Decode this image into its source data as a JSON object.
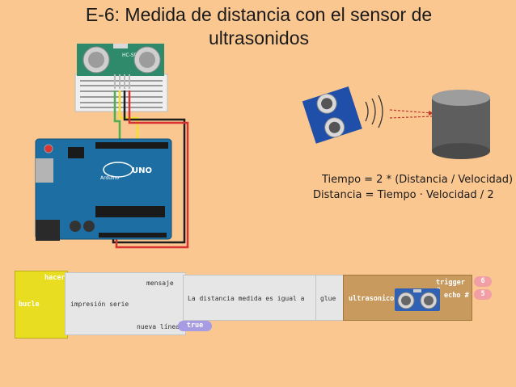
{
  "slide": {
    "title_line1": "E-6: Medida de distancia con el sensor de",
    "title_line2": "ultrasonidos"
  },
  "formulas": {
    "tiempo": "Tiempo = 2 * (Distancia / Velocidad)",
    "distancia": "Distancia = Tiempo · Velocidad / 2"
  },
  "hardware": {
    "sensor_label": "HC-SR04",
    "board_label": "UNO",
    "board_brand": "Arduino"
  },
  "blocks": {
    "hacer_label": "hacer",
    "bucle_label": "bucle",
    "mensaje_label": "mensaje",
    "impresion_label": "impresión serie",
    "nueva_linea_label": "nueva línea",
    "true_value": "true",
    "text_value": "La distancia medida es igual a",
    "glue_label": "glue",
    "ultrasonico_label": "ultrasonico",
    "trigger_label": "trigger #",
    "trigger_value": "6",
    "echo_label": "echo #",
    "echo_value": "5"
  },
  "colors": {
    "background": "#fbc791",
    "bucle_block": "#e9dd21",
    "grey_block": "#e6e6e6",
    "ultrasonico_block": "#c89a5e",
    "pin_value": "#f19ea5",
    "true_value": "#a79be4",
    "arduino_blue": "#1d6fa3"
  }
}
